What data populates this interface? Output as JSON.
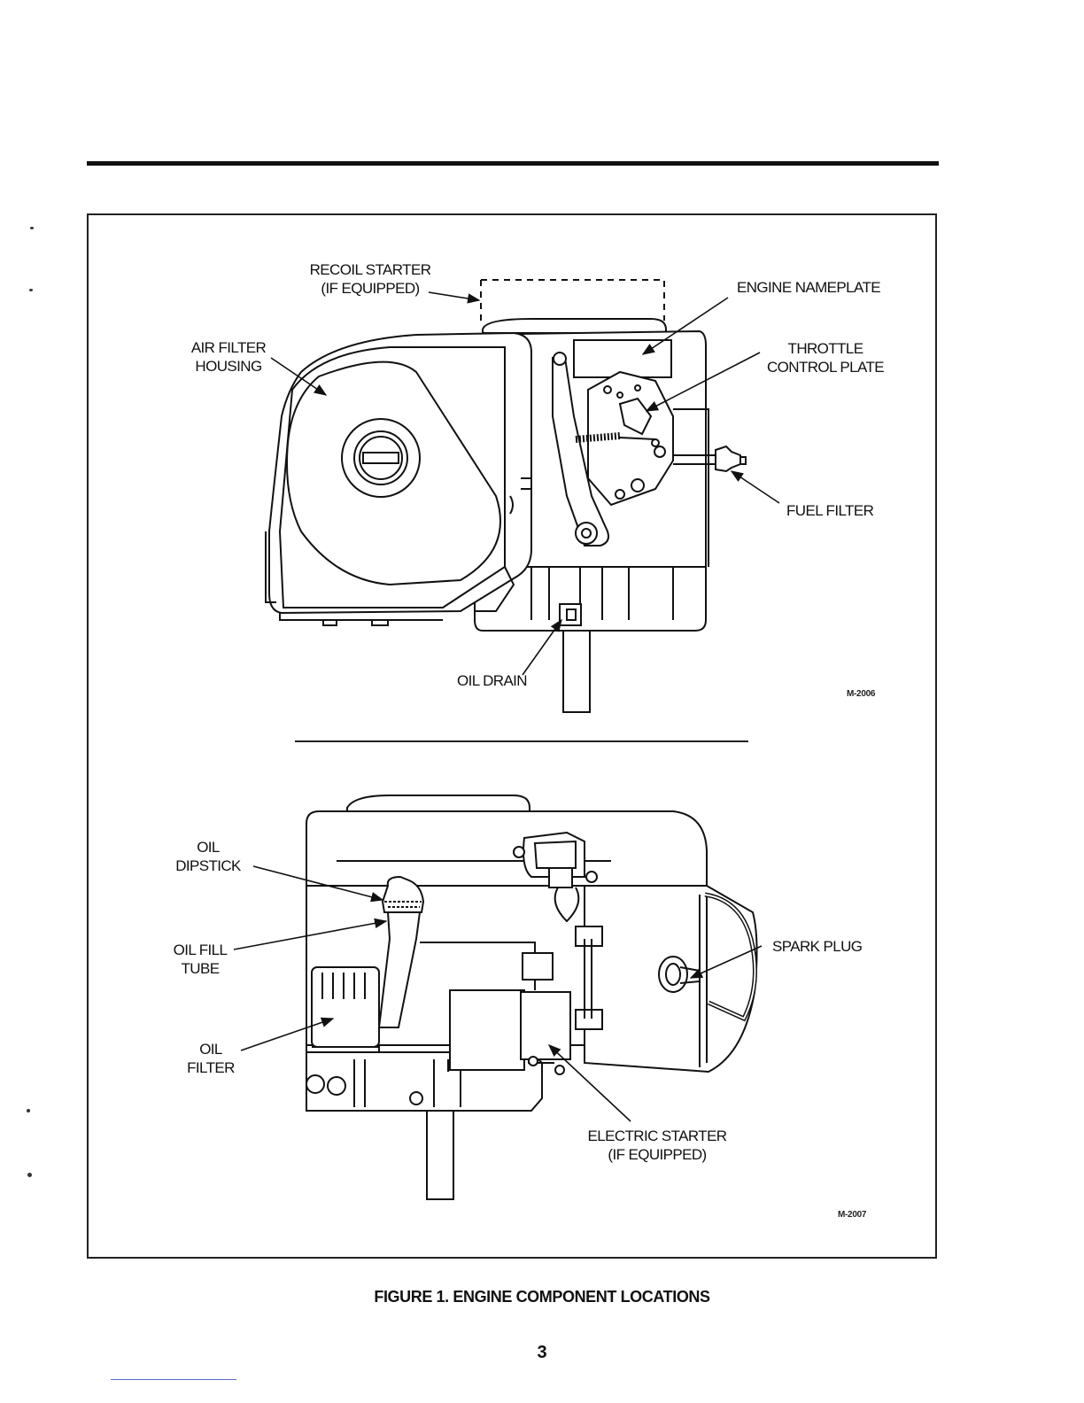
{
  "figure_top": {
    "labels": {
      "recoil_starter_1": "RECOIL STARTER",
      "recoil_starter_2": "(IF EQUIPPED)",
      "engine_nameplate": "ENGINE NAMEPLATE",
      "air_filter_1": "AIR FILTER",
      "air_filter_2": "HOUSING",
      "throttle_1": "THROTTLE",
      "throttle_2": "CONTROL PLATE",
      "fuel_filter": "FUEL FILTER",
      "oil_drain": "OIL DRAIN"
    },
    "code": "M-2006"
  },
  "figure_bottom": {
    "labels": {
      "oil_dipstick_1": "OIL",
      "oil_dipstick_2": "DIPSTICK",
      "oil_fill_1": "OIL FILL",
      "oil_fill_2": "TUBE",
      "oil_filter_1": "OIL",
      "oil_filter_2": "FILTER",
      "spark_plug": "SPARK PLUG",
      "electric_starter_1": "ELECTRIC STARTER",
      "electric_starter_2": "(IF EQUIPPED)"
    },
    "code": "M-2007"
  },
  "caption": "FIGURE 1.  ENGINE COMPONENT LOCATIONS",
  "page_number": "3"
}
